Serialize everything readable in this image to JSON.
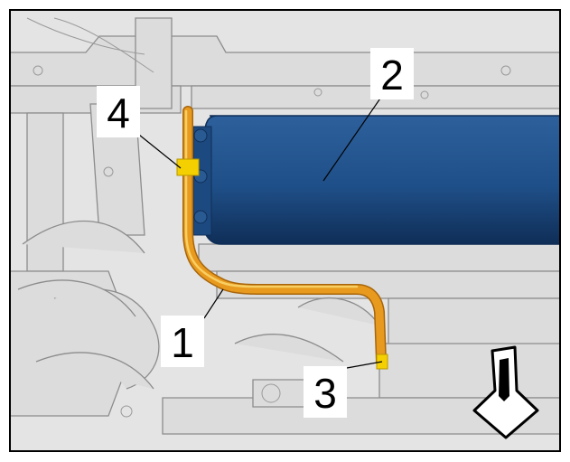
{
  "callouts": [
    {
      "id": "1",
      "label": "1"
    },
    {
      "id": "2",
      "label": "2"
    },
    {
      "id": "3",
      "label": "3"
    },
    {
      "id": "4",
      "label": "4"
    }
  ],
  "colors": {
    "background": "#e6e6e6",
    "frame": "#000000",
    "pipe": "#e89a1e",
    "pipe_highlight": "#f8cf63",
    "tank": "#1f4f88",
    "tank_dark": "#0f2e57",
    "clip": "#f5d000",
    "line_art": "#8c8c8c",
    "arrow_fill": "#ffffff",
    "arrow_stroke": "#000000"
  },
  "icons": {
    "direction_arrow": "down-arrow-icon"
  }
}
